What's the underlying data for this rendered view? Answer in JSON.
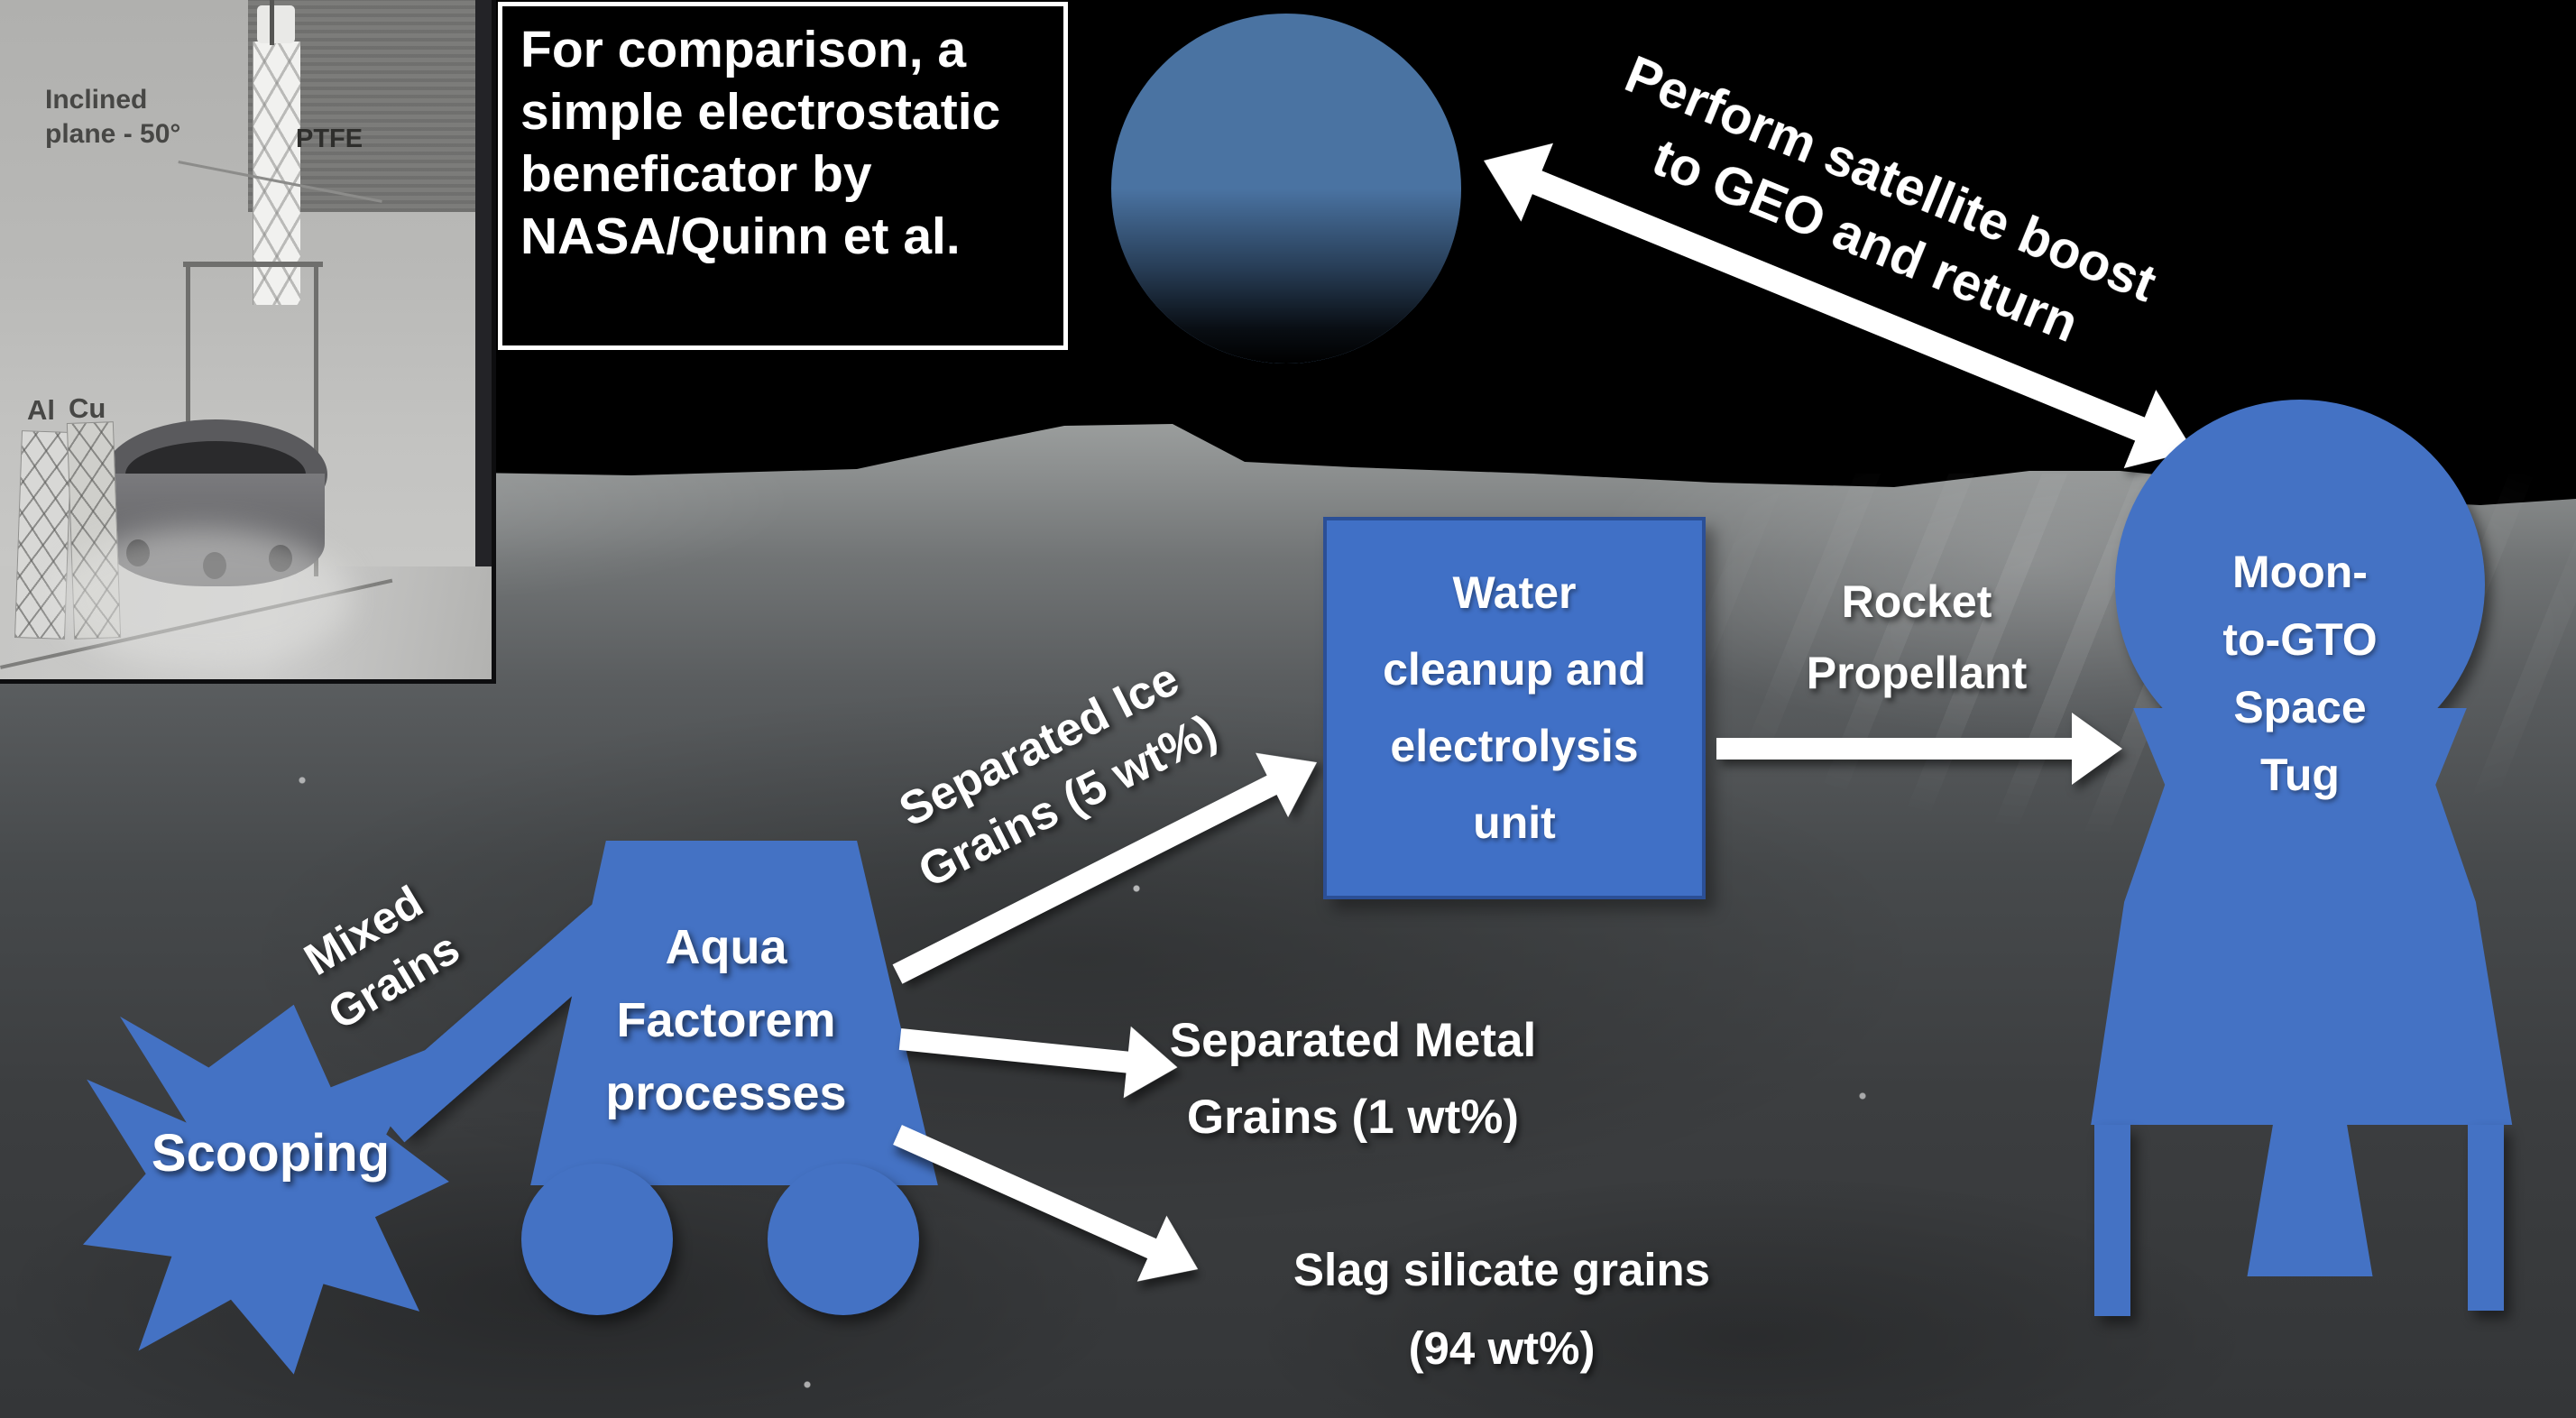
{
  "colors": {
    "accent_blue": "#4472C4",
    "arrow_white": "#FFFFFF",
    "sky_black": "#000000"
  },
  "inset_photo": {
    "inclined_plane_label": "Inclined\nplane - 50°",
    "ptfe_label": "PTFE",
    "al_label": "Al",
    "cu_label": "Cu"
  },
  "comparison_box": {
    "text": "For comparison, a\nsimple electrostatic\nbeneficator by\nNASA/Quinn et al."
  },
  "flow": {
    "geo_arrow_label": "Perform satellite boost\nto GEO and return",
    "scooping_label": "Scooping",
    "mixed_grains_label": "Mixed\nGrains",
    "aqua_factorem_label": "Aqua\nFactorem\nprocesses",
    "separated_ice_label": "Separated Ice\nGrains (5 wt%)",
    "water_unit_label": "Water\ncleanup and\nelectrolysis\nunit",
    "rocket_propellant_label": "Rocket\nPropellant",
    "space_tug_label": "Moon-\nto-GTO\nSpace\nTug",
    "separated_metal_label": "Separated Metal\nGrains (1 wt%)",
    "slag_label": "Slag silicate grains\n(94 wt%)"
  }
}
